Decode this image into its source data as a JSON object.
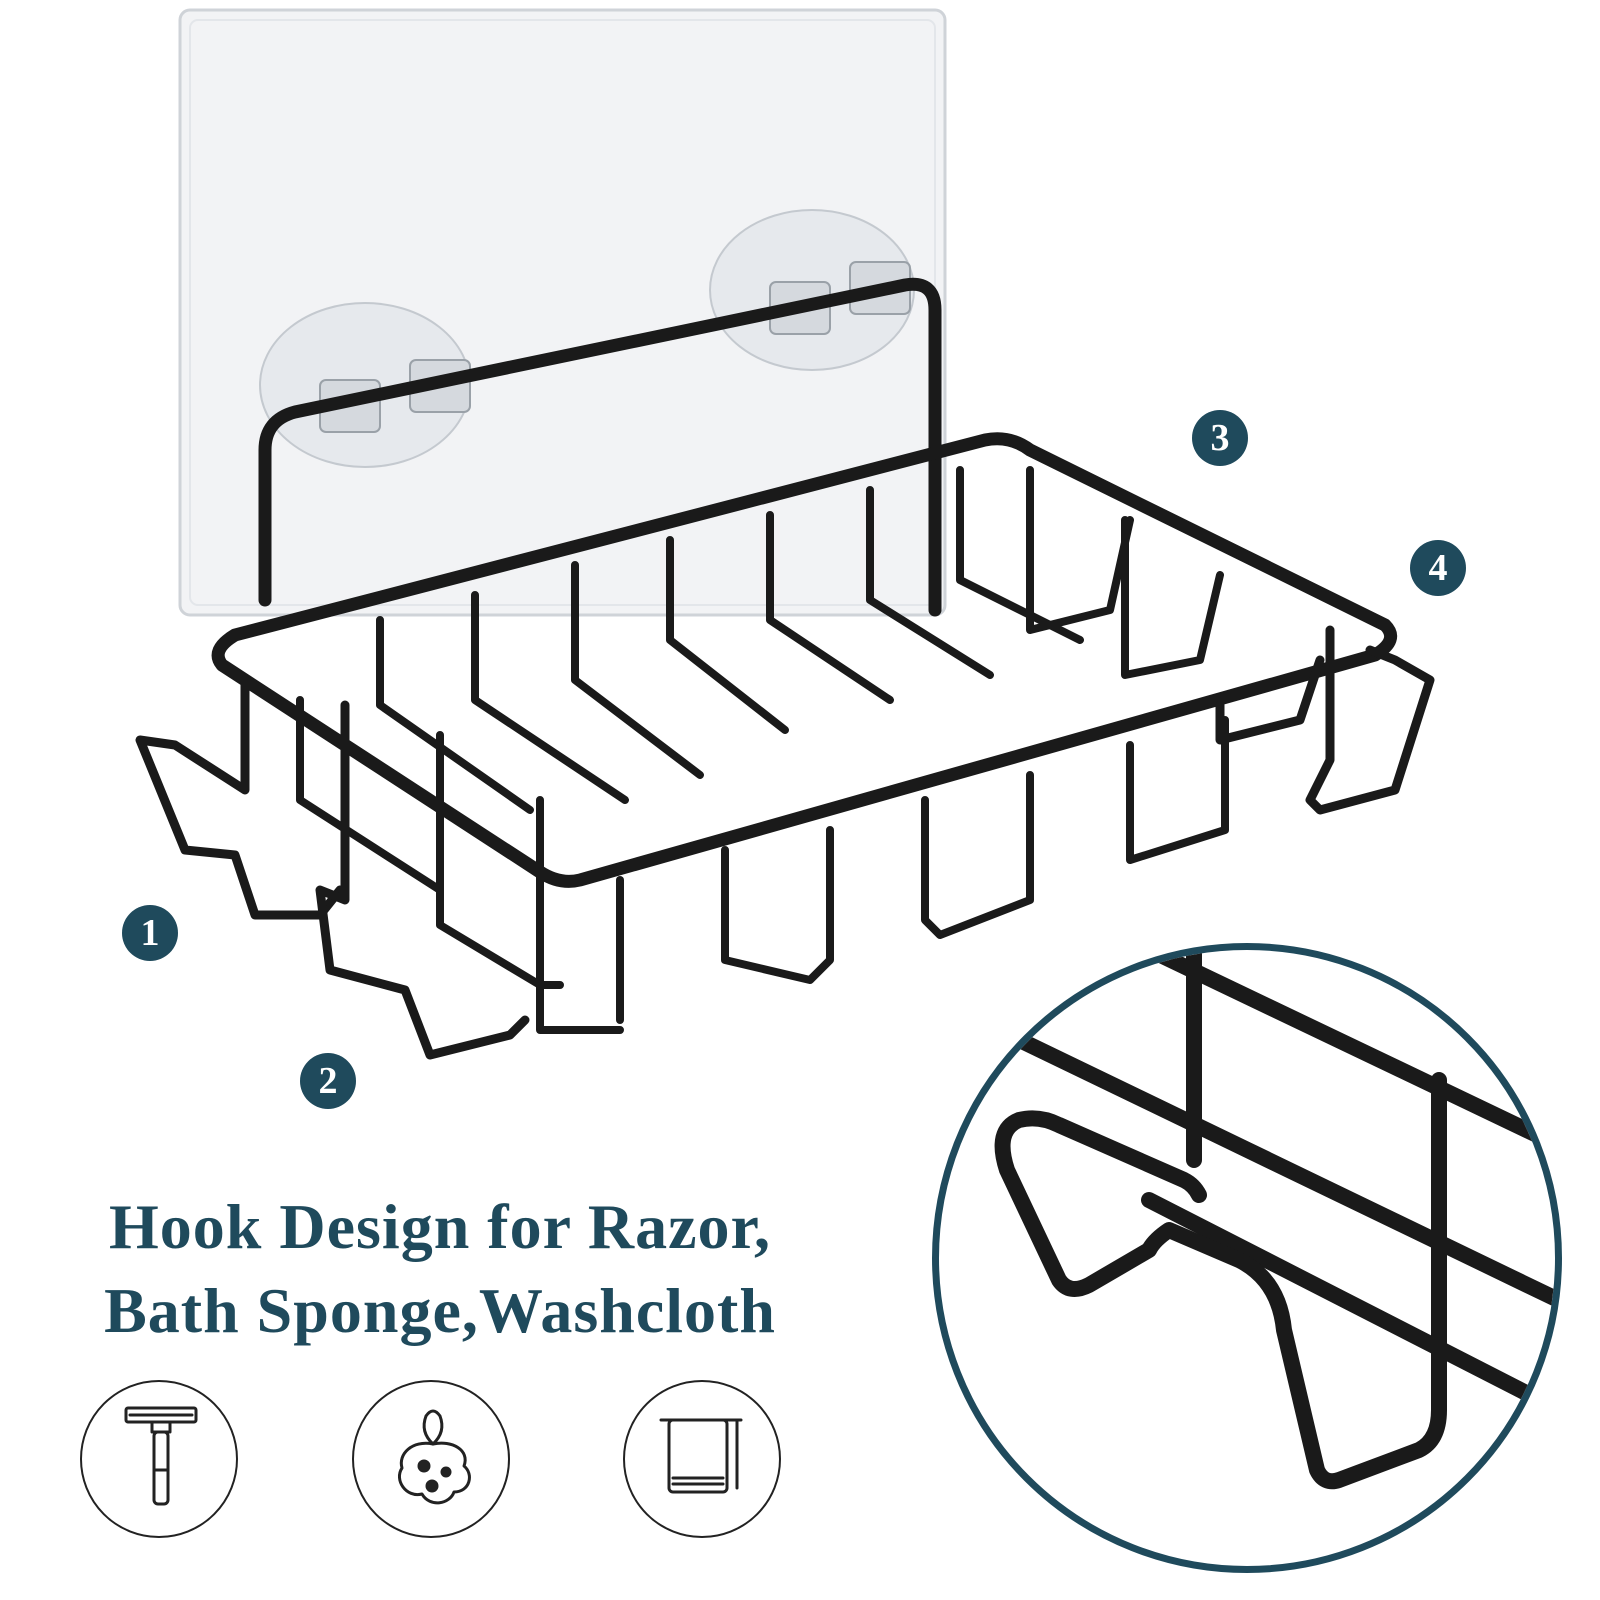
{
  "badges": [
    "1",
    "2",
    "3",
    "4"
  ],
  "headline": {
    "line1": "Hook Design for Razor,",
    "line2": "Bath Sponge,Washcloth"
  },
  "icons": [
    {
      "name": "razor-icon"
    },
    {
      "name": "bath-sponge-icon"
    },
    {
      "name": "washcloth-icon"
    }
  ],
  "colors": {
    "accent": "#1f4a5c",
    "wire": "#1a1a1a"
  }
}
